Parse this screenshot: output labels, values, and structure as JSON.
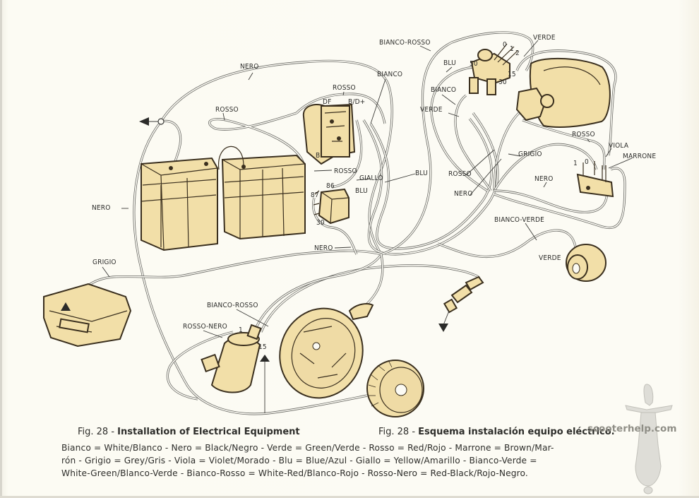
{
  "figure": {
    "caption_en_prefix": "Fig. 28 - ",
    "caption_en_title": "Installation of Electrical Equipment",
    "caption_es_prefix": "Fig. 28 - ",
    "caption_es_title": "Esquema instalación equipo eléctrico.",
    "watermark": "scooterhelp.com"
  },
  "legend_lines": [
    "Bianco = White/Blanco - Nero = Black/Negro - Verde = Green/Verde - Rosso = Red/Rojo - Marrone = Brown/Mar-",
    "rón - Grigio = Grey/Gris - Viola = Violet/Morado - Blu = Blue/Azul - Giallo = Yellow/Amarillo - Bianco-Verde =",
    "White-Green/Blanco-Verde  -  Bianco-Rosso = White-Red/Blanco-Rojo  -  Rosso-Nero = Red-Black/Rojo-Negro."
  ],
  "legend": [
    {
      "it": "Bianco",
      "en": "White",
      "es": "Blanco"
    },
    {
      "it": "Nero",
      "en": "Black",
      "es": "Negro"
    },
    {
      "it": "Verde",
      "en": "Green",
      "es": "Verde"
    },
    {
      "it": "Rosso",
      "en": "Red",
      "es": "Rojo"
    },
    {
      "it": "Marrone",
      "en": "Brown",
      "es": "Marrón"
    },
    {
      "it": "Grigio",
      "en": "Grey",
      "es": "Gris"
    },
    {
      "it": "Viola",
      "en": "Violet",
      "es": "Morado"
    },
    {
      "it": "Blu",
      "en": "Blue",
      "es": "Azul"
    },
    {
      "it": "Giallo",
      "en": "Yellow",
      "es": "Amarillo"
    },
    {
      "it": "Bianco-Verde",
      "en": "White-Green",
      "es": "Blanco-Verde"
    },
    {
      "it": "Bianco-Rosso",
      "en": "White-Red",
      "es": "Blanco-Rojo"
    },
    {
      "it": "Rosso-Nero",
      "en": "Red-Black",
      "es": "Rojo-Negro"
    }
  ],
  "wire_labels": {
    "nero_top": "NERO",
    "rosso_left": "ROSSO",
    "rosso_reg": "ROSSO",
    "bianco_reg": "BIANCO",
    "bianco_rosso_top": "BIANCO-ROSSO",
    "verde_top": "VERDE",
    "blu_sw": "BLU",
    "bianco_sw": "BIANCO",
    "verde_sw": "VERDE",
    "rosso_lamp": "ROSSO",
    "viola": "VIOLA",
    "marrone": "MARRONE",
    "grigio_mid": "GRIGIO",
    "rosso_mid": "ROSSO",
    "nero_mid": "NERO",
    "nero_tail": "NERO",
    "blu_right": "BLU",
    "rosso_relay": "ROSSO",
    "giallo": "GIALLO",
    "blu_relay": "BLU",
    "nero_left": "NERO",
    "nero_relay": "NERO",
    "bianco_verde": "BIANCO-VERDE",
    "verde_horn": "VERDE",
    "grigio_left": "GRIGIO",
    "bianco_rosso_coil": "BIANCO-ROSSO",
    "rosso_nero": "ROSSO-NERO"
  },
  "terminal_labels": {
    "df": "DF",
    "dd": "B/D+",
    "b": "B",
    "t86": "86",
    "t87": "87",
    "t30": "30",
    "t50": "50",
    "t15_sw": "15",
    "t30_sw": "30",
    "t0_sw": "0",
    "t1_sw": "1",
    "t2_sw": "2",
    "t1_tail": "1",
    "t0_tail": "0",
    "t1_coil": "1",
    "t15_coil": "15"
  },
  "components": [
    "battery-1",
    "battery-2",
    "voltage-regulator",
    "relay",
    "ignition-switch",
    "headlamp",
    "tail-lamp",
    "horn",
    "ignition-coil",
    "stator-plate",
    "flywheel",
    "spark-plug",
    "rear-light-box",
    "ground-symbols"
  ],
  "colors": {
    "component_fill": "#f2dfa8",
    "outline": "#3a2f1e",
    "paper": "#fcfbf4",
    "wire": "#6b6b66"
  }
}
